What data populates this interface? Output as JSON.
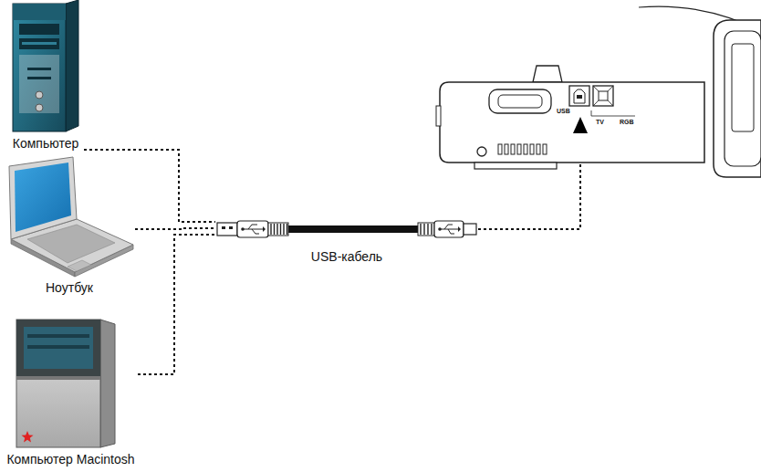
{
  "diagram": {
    "nodes": [
      {
        "text": [
          "Компьютер"
        ]
      },
      {
        "text": [
          "Ноутбук"
        ]
      },
      {
        "text": [
          "Компьютер Macintosh"
        ]
      },
      {
        "text": [
          "USB-кабель"
        ]
      }
    ],
    "edges": [
      {
        "from": 0,
        "to": 3,
        "arrow": "none"
      },
      {
        "from": 1,
        "to": 3,
        "arrow": "none"
      },
      {
        "from": 2,
        "to": 3,
        "arrow": "none"
      }
    ],
    "labels": [
      "USB",
      "TV",
      "RGB"
    ]
  }
}
